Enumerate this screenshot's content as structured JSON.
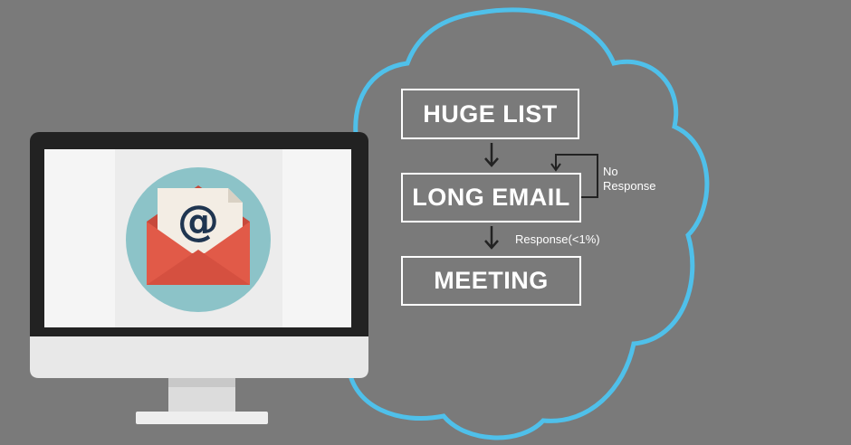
{
  "flow": {
    "step_1": "HUGE LIST",
    "step_2": "LONG EMAIL",
    "step_3": "MEETING",
    "loop_label_line1": "No",
    "loop_label_line2": "Response",
    "response_label": "Response(<1%)"
  },
  "icons": {
    "monitor": "desktop-monitor-icon",
    "email": "email-envelope-icon",
    "at": "at-sign-icon",
    "at_glyph": "@"
  },
  "colors": {
    "background": "#7a7a7a",
    "cloud_outline": "#4fc0ea",
    "envelope_red": "#e15a48",
    "envelope_circle": "#8cc3c8",
    "monitor_bezel": "#222222",
    "monitor_body": "#e8e8e8"
  }
}
